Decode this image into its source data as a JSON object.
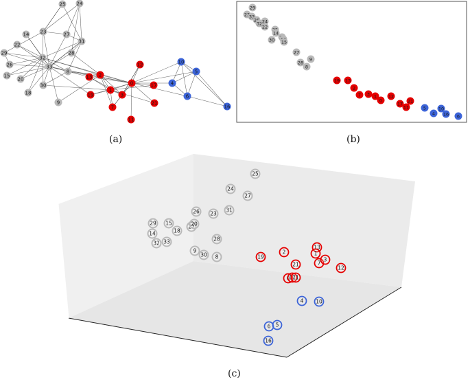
{
  "colors": {
    "gray": "#b9b9b9",
    "red": "#e50000",
    "blue": "#3c64d8",
    "edge": "#333333"
  },
  "captions": {
    "a": "(a)",
    "b": "(b)",
    "c": "(c)"
  },
  "panel_a": {
    "nodes": [
      {
        "id": "25",
        "g": "gray"
      },
      {
        "id": "24",
        "g": "gray"
      },
      {
        "id": "14",
        "g": "gray"
      },
      {
        "id": "23",
        "g": "gray"
      },
      {
        "id": "27",
        "g": "gray"
      },
      {
        "id": "31",
        "g": "gray"
      },
      {
        "id": "22",
        "g": "gray"
      },
      {
        "id": "29",
        "g": "gray"
      },
      {
        "id": "32",
        "g": "gray"
      },
      {
        "id": "26",
        "g": "gray"
      },
      {
        "id": "33",
        "g": "gray"
      },
      {
        "id": "28",
        "g": "gray"
      },
      {
        "id": "8",
        "g": "gray"
      },
      {
        "id": "15",
        "g": "gray"
      },
      {
        "id": "20",
        "g": "gray"
      },
      {
        "id": "30",
        "g": "gray"
      },
      {
        "id": "18",
        "g": "gray"
      },
      {
        "id": "9",
        "g": "gray"
      },
      {
        "id": "2",
        "g": "red"
      },
      {
        "id": "13",
        "g": "red"
      },
      {
        "id": "12",
        "g": "red"
      },
      {
        "id": "19",
        "g": "red"
      },
      {
        "id": "0",
        "g": "red"
      },
      {
        "id": "1",
        "g": "red"
      },
      {
        "id": "3",
        "g": "red"
      },
      {
        "id": "17",
        "g": "red"
      },
      {
        "id": "7",
        "g": "red"
      },
      {
        "id": "21",
        "g": "red"
      },
      {
        "id": "11",
        "g": "red"
      },
      {
        "id": "10",
        "g": "blue"
      },
      {
        "id": "5",
        "g": "blue"
      },
      {
        "id": "4",
        "g": "blue"
      },
      {
        "id": "6",
        "g": "blue"
      },
      {
        "id": "16",
        "g": "blue"
      }
    ]
  },
  "panel_b": {
    "nodes": [
      {
        "id": "29",
        "g": "gray"
      },
      {
        "id": "23",
        "g": "gray"
      },
      {
        "id": "33",
        "g": "gray"
      },
      {
        "id": "26",
        "g": "gray"
      },
      {
        "id": "32",
        "g": "gray"
      },
      {
        "id": "24",
        "g": "gray"
      },
      {
        "id": "22",
        "g": "gray"
      },
      {
        "id": "25",
        "g": "gray"
      },
      {
        "id": "14",
        "g": "gray"
      },
      {
        "id": "30",
        "g": "gray"
      },
      {
        "id": "20",
        "g": "gray"
      },
      {
        "id": "18",
        "g": "gray"
      },
      {
        "id": "15",
        "g": "gray"
      },
      {
        "id": "27",
        "g": "gray"
      },
      {
        "id": "28",
        "g": "gray"
      },
      {
        "id": "9",
        "g": "gray"
      },
      {
        "id": "8",
        "g": "gray"
      },
      {
        "id": "19",
        "g": "red"
      },
      {
        "id": "13",
        "g": "red"
      },
      {
        "id": "2",
        "g": "red"
      },
      {
        "id": "7",
        "g": "red"
      },
      {
        "id": "3",
        "g": "red"
      },
      {
        "id": "1",
        "g": "red"
      },
      {
        "id": "12",
        "g": "red"
      },
      {
        "id": "0",
        "g": "red"
      },
      {
        "id": "17",
        "g": "red"
      },
      {
        "id": "21",
        "g": "red"
      },
      {
        "id": "11",
        "g": "red"
      },
      {
        "id": "5",
        "g": "blue"
      },
      {
        "id": "10",
        "g": "blue"
      },
      {
        "id": "4",
        "g": "blue"
      },
      {
        "id": "16",
        "g": "blue"
      },
      {
        "id": "6",
        "g": "blue"
      }
    ]
  },
  "panel_c": {
    "nodes": [
      {
        "id": "25",
        "g": "gray"
      },
      {
        "id": "24",
        "g": "gray"
      },
      {
        "id": "27",
        "g": "gray"
      },
      {
        "id": "26",
        "g": "gray"
      },
      {
        "id": "23",
        "g": "gray"
      },
      {
        "id": "31",
        "g": "gray"
      },
      {
        "id": "29",
        "g": "gray"
      },
      {
        "id": "15",
        "g": "gray"
      },
      {
        "id": "22",
        "g": "gray"
      },
      {
        "id": "20",
        "g": "gray"
      },
      {
        "id": "14",
        "g": "gray"
      },
      {
        "id": "18",
        "g": "gray"
      },
      {
        "id": "32",
        "g": "gray"
      },
      {
        "id": "33",
        "g": "gray"
      },
      {
        "id": "28",
        "g": "gray"
      },
      {
        "id": "9",
        "g": "gray"
      },
      {
        "id": "30",
        "g": "gray"
      },
      {
        "id": "8",
        "g": "gray"
      },
      {
        "id": "13",
        "g": "red"
      },
      {
        "id": "19",
        "g": "red"
      },
      {
        "id": "2",
        "g": "red"
      },
      {
        "id": "1",
        "g": "red"
      },
      {
        "id": "7",
        "g": "red"
      },
      {
        "id": "3",
        "g": "red"
      },
      {
        "id": "12",
        "g": "red"
      },
      {
        "id": "21",
        "g": "red"
      },
      {
        "id": "0",
        "g": "red"
      },
      {
        "id": "17",
        "g": "red"
      },
      {
        "id": "11",
        "g": "red"
      },
      {
        "id": "4",
        "g": "blue"
      },
      {
        "id": "10",
        "g": "blue"
      },
      {
        "id": "6",
        "g": "blue"
      },
      {
        "id": "5",
        "g": "blue"
      },
      {
        "id": "16",
        "g": "blue"
      }
    ]
  }
}
